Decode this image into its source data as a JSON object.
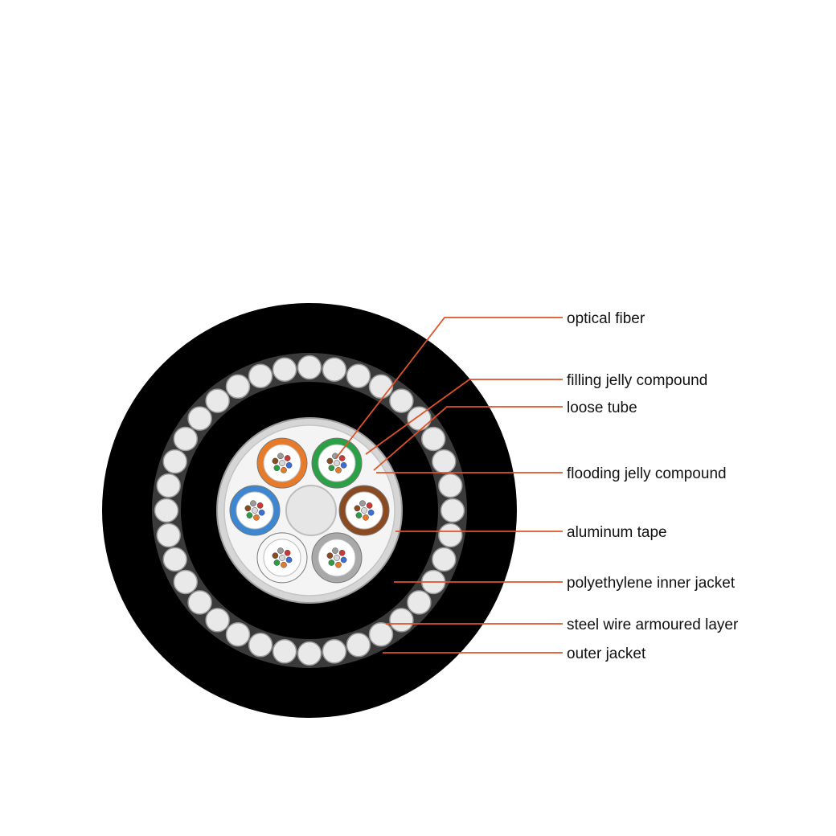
{
  "colors": {
    "background": "#ffffff",
    "outer_jacket": "#000000",
    "armour_wire_fill": "#e9e9e9",
    "armour_wire_stroke": "#9a9a9a",
    "leader_line": "#e0522a",
    "label_text": "#111111",
    "aluminum_tape": "#d6d6d6",
    "core_fill": "#f4f4f4",
    "central_member": "#e6e6e6"
  },
  "loose_tubes": [
    {
      "name": "orange-tube",
      "color": "#e87b2a"
    },
    {
      "name": "green-tube",
      "color": "#2ca046"
    },
    {
      "name": "brown-tube",
      "color": "#8a4a22"
    },
    {
      "name": "gray-tube",
      "color": "#a9a9a9"
    },
    {
      "name": "white-tube",
      "color": "#f7f7f7"
    },
    {
      "name": "blue-tube",
      "color": "#3d86d0"
    }
  ],
  "fiber_colors": [
    "#3a6fd8",
    "#e57b2a",
    "#2e9c44",
    "#8a4a22",
    "#9a9a9a",
    "#c73a3a"
  ],
  "labels": [
    {
      "id": "optical-fiber",
      "text": "optical fiber"
    },
    {
      "id": "filling-jelly",
      "text": "filling jelly compound"
    },
    {
      "id": "loose-tube",
      "text": "loose tube"
    },
    {
      "id": "flooding-jelly",
      "text": "flooding jelly compound"
    },
    {
      "id": "aluminum-tape",
      "text": "aluminum tape"
    },
    {
      "id": "pe-inner-jacket",
      "text": "polyethylene inner jacket"
    },
    {
      "id": "steel-wire-armour",
      "text": "steel wire armoured layer"
    },
    {
      "id": "outer-jacket",
      "text": "outer jacket"
    }
  ]
}
